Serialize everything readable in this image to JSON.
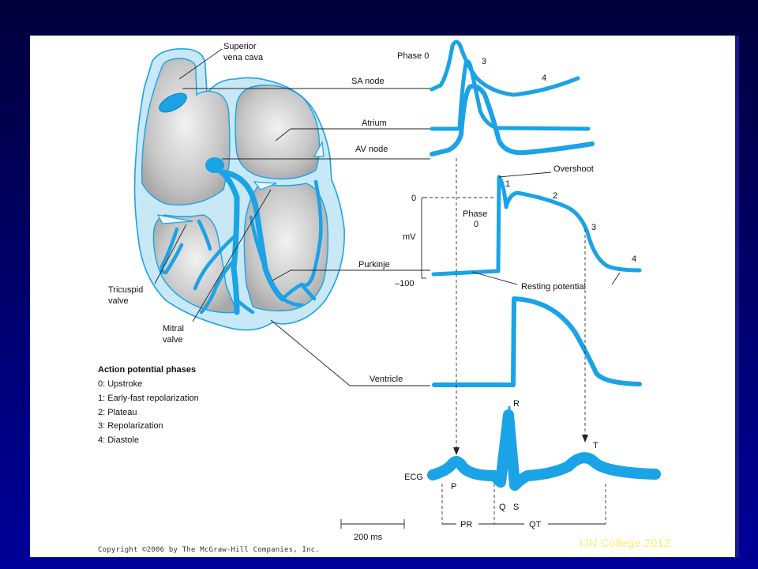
{
  "labels": {
    "superior_vena_cava": [
      "Superior",
      "vena cava"
    ],
    "sa_node": "SA node",
    "atrium": "Atrium",
    "av_node": "AV node",
    "tricuspid_valve": [
      "Tricuspid",
      "valve"
    ],
    "mitral_valve": [
      "Mitral",
      "valve"
    ],
    "purkinje": "Purkinje",
    "ventricle": "Ventricle",
    "ecg": "ECG"
  },
  "sa_trace": {
    "phase0": "Phase 0",
    "phase3": "3",
    "phase4": "4"
  },
  "purkinje_trace": {
    "overshoot": "Overshoot",
    "phase1": "1",
    "phase2": "2",
    "phase3": "3",
    "phase4": "4",
    "phase0": [
      "Phase",
      "0"
    ],
    "resting_potential": "Resting potential"
  },
  "axis": {
    "unit": "mV",
    "top_tick": "0",
    "bottom_tick": "–100"
  },
  "ecg_waves": {
    "p": "P",
    "q": "Q",
    "r": "R",
    "s": "S",
    "t": "T"
  },
  "intervals": {
    "pr": "PR",
    "qt": "QT"
  },
  "scale_bar": "200 ms",
  "legend": {
    "title": "Action potential phases",
    "items": [
      "0:  Upstroke",
      "1:  Early-fast repolarization",
      "2:  Plateau",
      "3:  Repolarization",
      "4:  Diastole"
    ]
  },
  "copyright": "Copyright ©2006 by The McGraw-Hill Companies, Inc.",
  "watermark": "IJN College 2012",
  "colors": {
    "trace": "#1aa3e6",
    "heart_fill": "#c8e8f6",
    "chamber": "#c8c8c8",
    "background": "#00008a"
  }
}
